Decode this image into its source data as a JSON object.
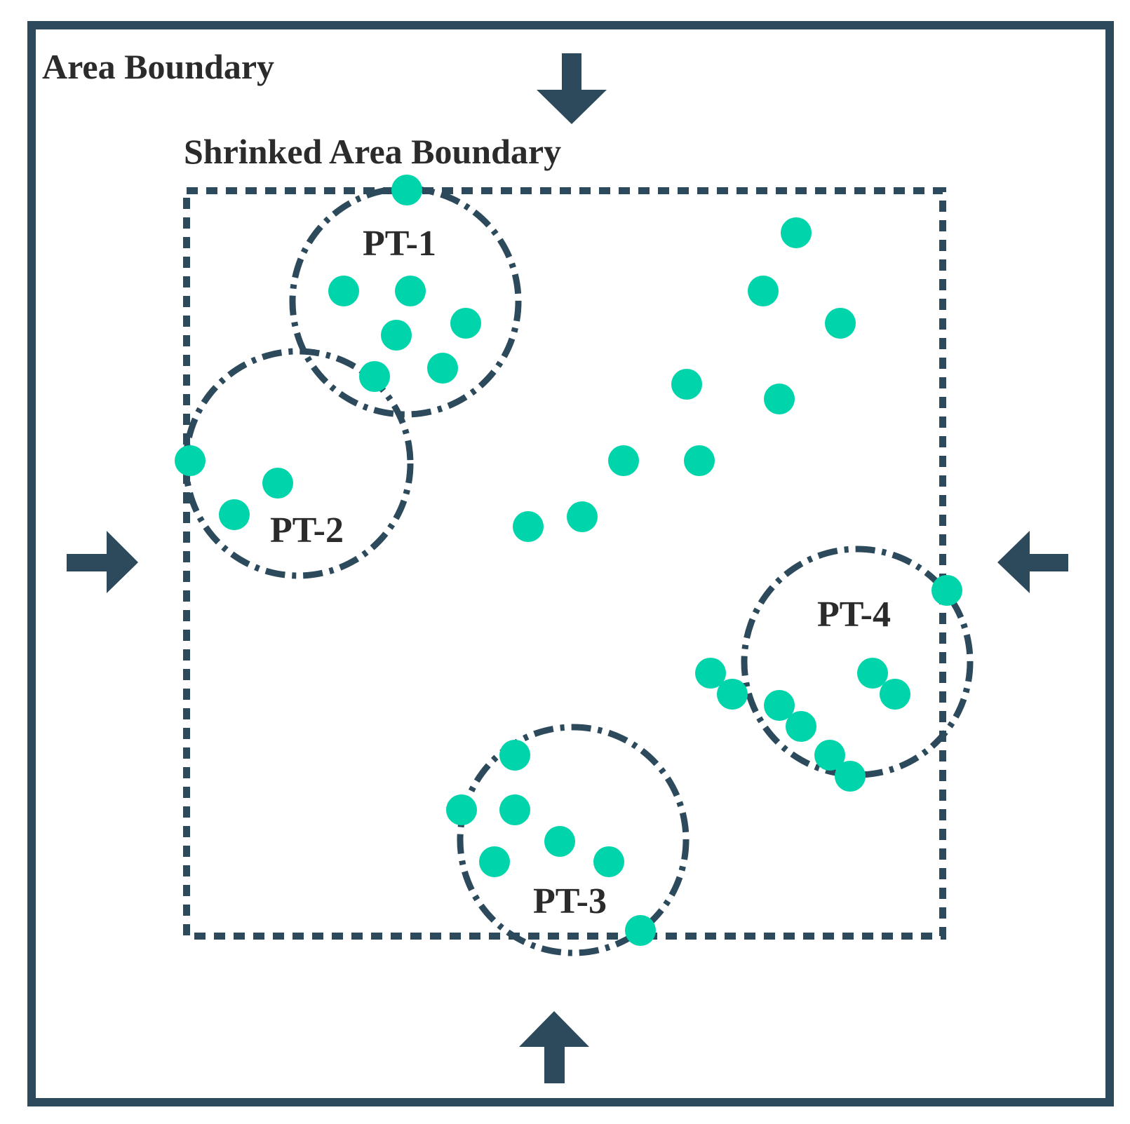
{
  "labels": {
    "outer": "Area Boundary",
    "inner": "Shrinked Area Boundary"
  },
  "clusters": [
    {
      "id": "pt1",
      "label": "PT-1"
    },
    {
      "id": "pt2",
      "label": "PT-2"
    },
    {
      "id": "pt3",
      "label": "PT-3"
    },
    {
      "id": "pt4",
      "label": "PT-4"
    }
  ],
  "colors": {
    "boundary": "#2c4a5c",
    "point": "#00d4aa",
    "text": "#2b2b2b"
  }
}
